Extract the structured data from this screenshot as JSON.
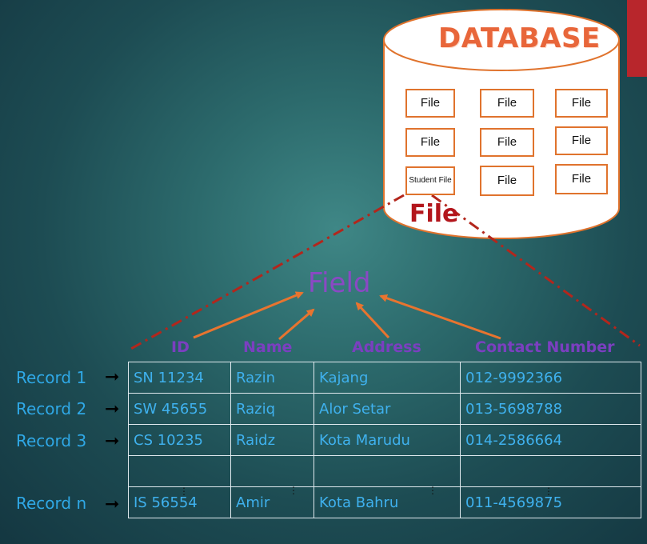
{
  "database": {
    "title": "DATABASE",
    "files": [
      "File",
      "File",
      "File",
      "File",
      "File",
      "File",
      "Student File",
      "File",
      "File"
    ],
    "file_label": "File"
  },
  "field": {
    "title": "Field",
    "columns": [
      "ID",
      "Name",
      "Address",
      "Contact Number"
    ]
  },
  "records": [
    {
      "label": "Record 1",
      "cells": [
        "SN 11234",
        "Razin",
        "Kajang",
        "012-9992366"
      ]
    },
    {
      "label": "Record 2",
      "cells": [
        "SW 45655",
        "Raziq",
        "Alor Setar",
        "013-5698788"
      ]
    },
    {
      "label": "Record 3",
      "cells": [
        "CS 10235",
        "Raidz",
        "Kota Marudu",
        "014-2586664"
      ]
    },
    {
      "label": "",
      "cells": [
        "",
        "",
        "",
        ""
      ]
    },
    {
      "label": "Record n",
      "cells": [
        "IS 56554",
        "Amir",
        "Kota Bahru",
        "011-4569875"
      ]
    }
  ],
  "colors": {
    "accent": "#b8262c",
    "database_title": "#e8663a",
    "file_label": "#b3161c",
    "field": "#8a49c4",
    "record_text": "#3fb1ee",
    "arrows": "#e8742f"
  }
}
